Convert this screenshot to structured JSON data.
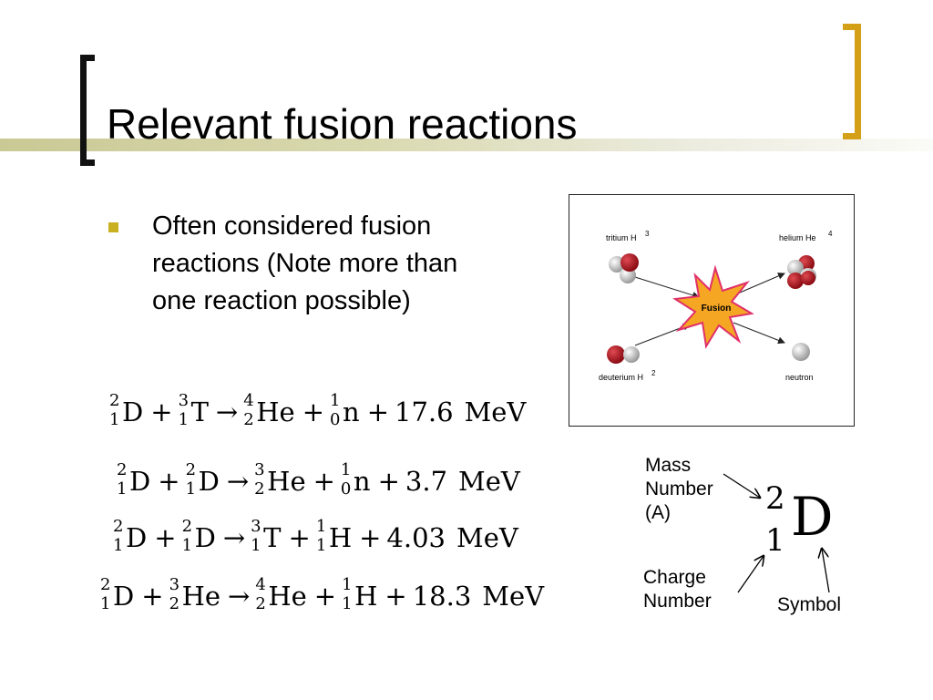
{
  "slide": {
    "title": "Relevant fusion reactions",
    "bullet": "Often considered fusion reactions (Note more than one reaction possible)"
  },
  "equations": [
    {
      "r1": {
        "sym": "D",
        "a": "2",
        "z": "1"
      },
      "r2": {
        "sym": "T",
        "a": "3",
        "z": "1"
      },
      "p1": {
        "sym": "He",
        "a": "4",
        "z": "2"
      },
      "p2": {
        "sym": "n",
        "a": "1",
        "z": "0"
      },
      "energy": "17.6",
      "unit": "MeV"
    },
    {
      "r1": {
        "sym": "D",
        "a": "2",
        "z": "1"
      },
      "r2": {
        "sym": "D",
        "a": "2",
        "z": "1"
      },
      "p1": {
        "sym": "He",
        "a": "3",
        "z": "2"
      },
      "p2": {
        "sym": "n",
        "a": "1",
        "z": "0"
      },
      "energy": "3.7",
      "unit": "MeV"
    },
    {
      "r1": {
        "sym": "D",
        "a": "2",
        "z": "1"
      },
      "r2": {
        "sym": "D",
        "a": "2",
        "z": "1"
      },
      "p1": {
        "sym": "T",
        "a": "3",
        "z": "1"
      },
      "p2": {
        "sym": "H",
        "a": "1",
        "z": "1"
      },
      "energy": "4.03",
      "unit": "MeV"
    },
    {
      "r1": {
        "sym": "D",
        "a": "2",
        "z": "1"
      },
      "r2": {
        "sym": "He",
        "a": "3",
        "z": "2"
      },
      "p1": {
        "sym": "He",
        "a": "4",
        "z": "2"
      },
      "p2": {
        "sym": "H",
        "a": "1",
        "z": "1"
      },
      "energy": "18.3",
      "unit": "MeV"
    }
  ],
  "diagram": {
    "tritium_label": "tritium H",
    "tritium_sup": "3",
    "helium_label": "helium  He",
    "helium_sup": "4",
    "deuterium_label": "deuterium H",
    "deuterium_sup": "2",
    "neutron_label": "neutron",
    "center_label": "Fusion",
    "colors": {
      "proton": "#b5121b",
      "neutron": "#c8c8c8",
      "star": "#f5a623",
      "star_edge": "#e0306a"
    }
  },
  "legend": {
    "mass_number": "Mass Number (A)",
    "charge_number": "Charge Number",
    "symbol": "Symbol",
    "example": {
      "a": "2",
      "z": "1",
      "sym": "D"
    }
  },
  "colors": {
    "bullet": "#c9b020",
    "bracket_right": "#d4a017",
    "title_bar": "#c9c995"
  }
}
